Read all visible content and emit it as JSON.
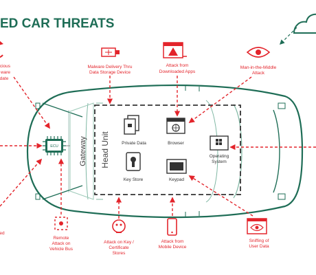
{
  "title": "ED CAR THREATS",
  "colors": {
    "accent": "#e3242b",
    "green": "#1e6d56",
    "gray": "#444444"
  },
  "threats": {
    "malicious_update": [
      "licious",
      "ware",
      "date"
    ],
    "malware_storage": [
      "Malware Delivery Thru",
      "Data Storage Device"
    ],
    "downloaded_apps": [
      "Attack from",
      "Downloaded Apps"
    ],
    "mitm": [
      "Man-in-the-Middle",
      "Attack"
    ],
    "remote_bus": [
      "Remote",
      "Attack on",
      "Vehicle Bus"
    ],
    "key_cert": [
      "Attack on Key /",
      "Certificate",
      "Stores"
    ],
    "mobile_device": [
      "Attack from",
      "Mobile Device"
    ],
    "sniffing": [
      "Sniffing of",
      "User Data"
    ],
    "left_bottom_fragment": "ed"
  },
  "components": {
    "ecu": "ECU",
    "gateway": "Gateway",
    "head_unit": "Head Unit",
    "private_data": "Private Data",
    "browser": "Browser",
    "key_store": "Key Store",
    "keypad": "Keypad",
    "os": [
      "Operating",
      "System"
    ]
  },
  "icons": [
    "cloud-icon",
    "refresh-icon",
    "usb-icon",
    "warning-window-icon",
    "eye-icon",
    "chip-icon",
    "documents-icon",
    "browser-icon",
    "window-logo-icon",
    "keycard-icon",
    "keypad-icon",
    "crosshair-icon",
    "key-icon",
    "phone-icon",
    "eye-window-icon"
  ]
}
